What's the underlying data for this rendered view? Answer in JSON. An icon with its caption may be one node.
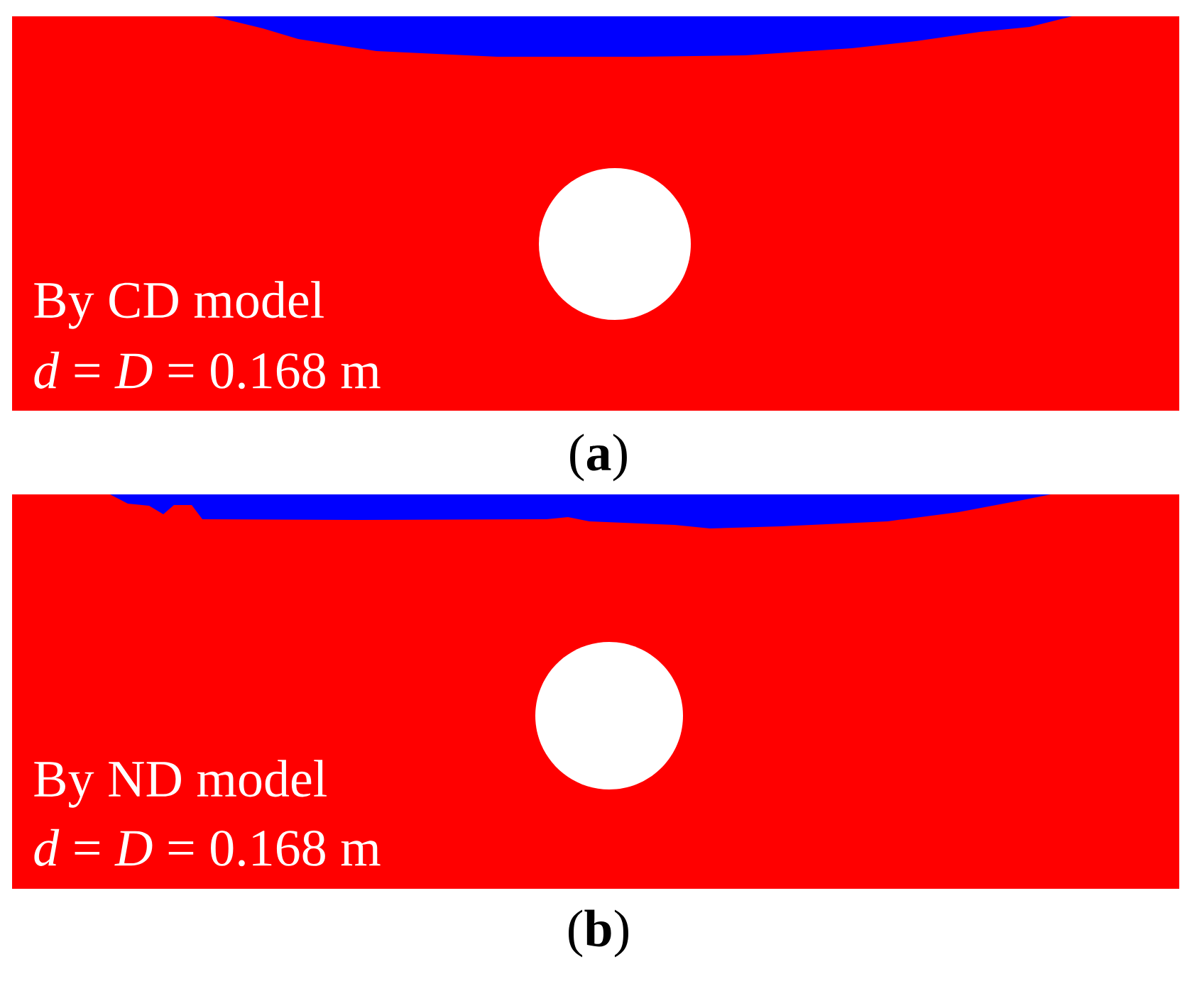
{
  "diagram": {
    "labels": [
      "By CD model",
      "*d* = *D* = 0.168 m",
      "(**a**)",
      "By ND model",
      "*d* = *D* = 0.168 m",
      "(**b**)"
    ]
  }
}
